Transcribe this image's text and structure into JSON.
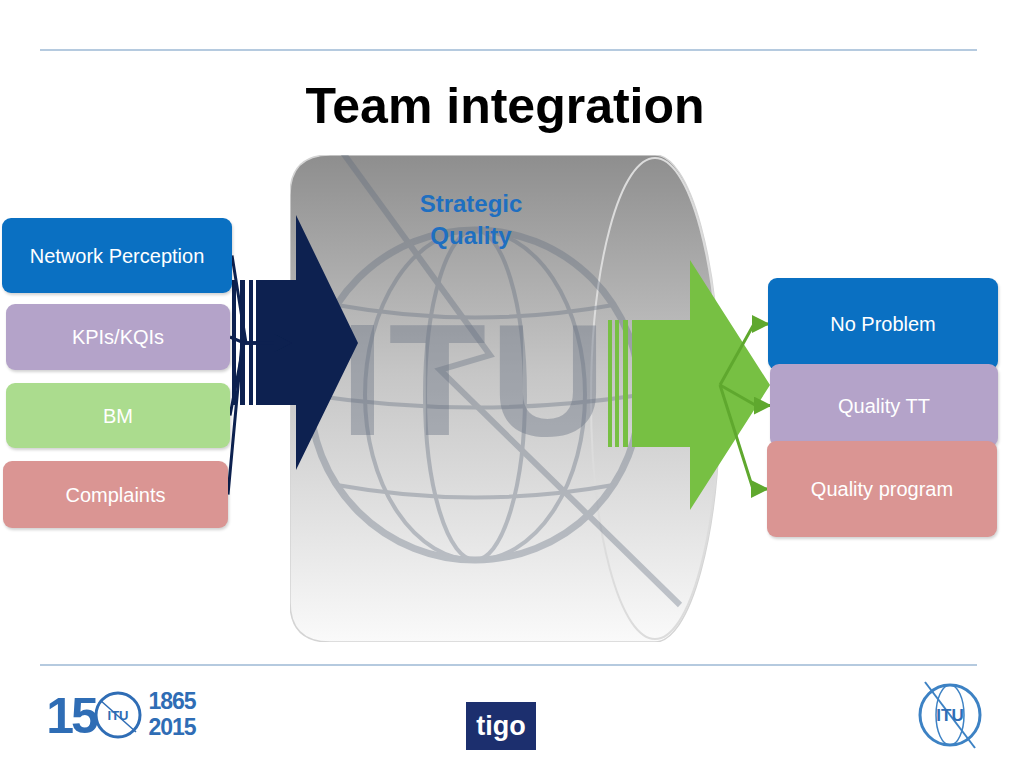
{
  "diagram": {
    "title": "Team integration",
    "nodes": [
      {
        "text": [
          "Network Perception"
        ]
      },
      {
        "text": [
          "KPIs/KQIs"
        ]
      },
      {
        "text": [
          "BM"
        ]
      },
      {
        "text": [
          "Complaints"
        ]
      },
      {
        "text": [
          "Strategic Quality"
        ]
      },
      {
        "text": [
          "No Problem"
        ]
      },
      {
        "text": [
          "Quality TT"
        ]
      },
      {
        "text": [
          "Quality program"
        ]
      }
    ],
    "edges": [
      {
        "from": 0,
        "to": 4,
        "arrow": "to"
      },
      {
        "from": 1,
        "to": 4,
        "arrow": "to"
      },
      {
        "from": 2,
        "to": 4,
        "arrow": "to"
      },
      {
        "from": 3,
        "to": 4,
        "arrow": "to"
      },
      {
        "from": 4,
        "to": 5,
        "arrow": "to"
      },
      {
        "from": 4,
        "to": 6,
        "arrow": "to"
      },
      {
        "from": 4,
        "to": 7,
        "arrow": "to"
      }
    ],
    "labels": [
      "ITU",
      "15",
      "ITU",
      "1865",
      "2015",
      "tigo",
      "ITU"
    ]
  }
}
